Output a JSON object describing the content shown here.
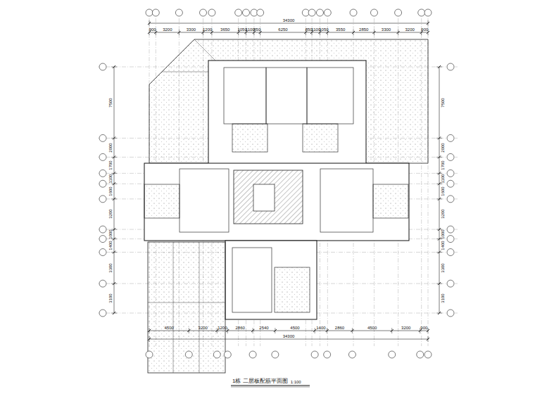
{
  "diagram": {
    "title": "1栋 二层板配筋平面图",
    "caption": "1:100",
    "labels": [
      "34300",
      "900",
      "3200",
      "3300",
      "1200",
      "3650",
      "1050",
      "1100",
      "850",
      "6250",
      "850",
      "1100",
      "1050",
      "3550",
      "2850",
      "3300",
      "3200",
      "900",
      "34300",
      "4500",
      "3200",
      "1200",
      "2860",
      "2540",
      "4500",
      "1400",
      "2860",
      "4500",
      "3200",
      "900",
      "7500",
      "2000",
      "1700",
      "1100",
      "1600",
      "3200",
      "1000",
      "1400",
      "3300",
      "3100",
      "7500",
      "2000",
      "1700",
      "1100",
      "1600",
      "3200",
      "1000",
      "1400",
      "3300",
      "3100"
    ]
  }
}
